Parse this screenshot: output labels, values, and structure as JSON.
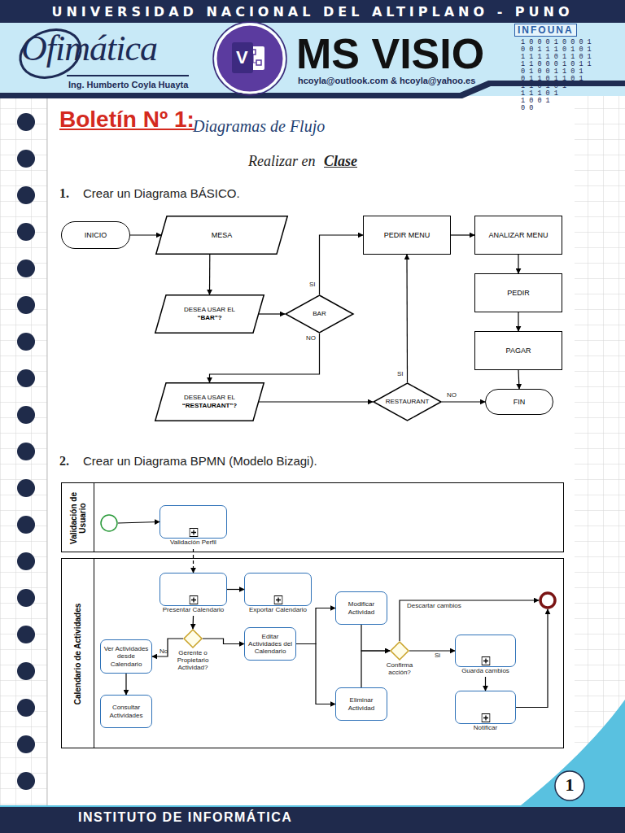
{
  "diagram": {
    "title": "Boletín Nº 1:",
    "nodes": [
      {
        "text": [
          "INICIO"
        ]
      },
      {
        "text": [
          "MESA"
        ]
      },
      {
        "text": [
          "DESEA USAR EL",
          "“BAR”?"
        ]
      },
      {
        "text": [
          "BAR"
        ]
      },
      {
        "text": [
          "DESEA USAR EL",
          "“RESTAURANT”?"
        ]
      },
      {
        "text": [
          "RESTAURANT"
        ]
      },
      {
        "text": [
          "PEDIR MENU"
        ]
      },
      {
        "text": [
          "ANALIZAR MENU"
        ]
      },
      {
        "text": [
          "PEDIR"
        ]
      },
      {
        "text": [
          "PAGAR"
        ]
      },
      {
        "text": [
          "FIN"
        ]
      },
      {
        "text": [
          "Validación de Usuario"
        ]
      },
      {
        "text": [],
        "in": 11
      },
      {
        "text": [
          "Validación Perfil"
        ],
        "in": 11
      },
      {
        "text": [
          "Calendario de Actividades"
        ]
      },
      {
        "text": [
          "Presentar Calendario"
        ],
        "in": 14
      },
      {
        "text": [
          "Exportar Calendario"
        ],
        "in": 14
      },
      {
        "text": [
          "Gerente o Propietario Actividad?"
        ],
        "in": 14
      },
      {
        "text": [
          "Ver Actividades desde Calendario"
        ],
        "in": 14
      },
      {
        "text": [
          "Consultar Actividades"
        ],
        "in": 14
      },
      {
        "text": [
          "Editar Actividades del Calendario"
        ],
        "in": 14
      },
      {
        "text": [
          "Modificar Actividad"
        ],
        "in": 14
      },
      {
        "text": [
          "Eliminar Actividad"
        ],
        "in": 14
      },
      {
        "text": [
          "Confirma acción?"
        ],
        "in": 14
      },
      {
        "text": [
          "Guarda cambios"
        ],
        "in": 14
      },
      {
        "text": [
          "Notificar"
        ],
        "in": 14
      },
      {
        "text": [],
        "in": 14
      }
    ],
    "edges": [
      {
        "from": 0,
        "to": 1,
        "arrow": "to"
      },
      {
        "from": 1,
        "to": 2,
        "arrow": "to"
      },
      {
        "from": 2,
        "to": 3,
        "arrow": "to"
      },
      {
        "from": 3,
        "to": 6,
        "label": "SI",
        "arrow": "to"
      },
      {
        "from": 3,
        "to": 4,
        "label": "NO",
        "arrow": "to"
      },
      {
        "from": 4,
        "to": 5,
        "arrow": "to"
      },
      {
        "from": 5,
        "to": 6,
        "label": "SI",
        "arrow": "to"
      },
      {
        "from": 5,
        "to": 10,
        "label": "NO",
        "arrow": "to"
      },
      {
        "from": 6,
        "to": 7,
        "arrow": "to"
      },
      {
        "from": 7,
        "to": 8,
        "arrow": "to"
      },
      {
        "from": 8,
        "to": 9,
        "arrow": "to"
      },
      {
        "from": 9,
        "to": 10,
        "arrow": "to"
      },
      {
        "from": 12,
        "to": 13,
        "arrow": "to"
      },
      {
        "from": 13,
        "to": 15,
        "arrow": "to"
      },
      {
        "from": 15,
        "to": 16,
        "arrow": "to"
      },
      {
        "from": 15,
        "to": 17,
        "arrow": "to"
      },
      {
        "from": 17,
        "to": 18,
        "label": "No",
        "arrow": "to"
      },
      {
        "from": 17,
        "to": 20,
        "arrow": "to"
      },
      {
        "from": 18,
        "to": 19,
        "arrow": "to"
      },
      {
        "from": 20,
        "to": 21,
        "arrow": "to"
      },
      {
        "from": 20,
        "to": 22,
        "arrow": "to"
      },
      {
        "from": 21,
        "to": 23,
        "arrow": "to"
      },
      {
        "from": 22,
        "to": 23,
        "arrow": "to"
      },
      {
        "from": 23,
        "to": 26,
        "label": "Descartar cambios",
        "arrow": "to"
      },
      {
        "from": 23,
        "to": 24,
        "label": "Si",
        "arrow": "to"
      },
      {
        "from": 24,
        "to": 25,
        "arrow": "to"
      },
      {
        "from": 25,
        "to": 26,
        "arrow": "to"
      }
    ],
    "labels": [
      "UNIVERSIDAD NACIONAL DEL ALTIPLANO - PUNO",
      "Ofimática",
      "Ing. Humberto Coyla Huayta",
      "MS VISIO",
      "hcoyla@outlook.com & hcoyla@yahoo.es",
      "V",
      "INFOUNA",
      "1 0 0 0 1 0 0 0 1",
      "0 0 1 1 1 0 1 0 1",
      "1 1 1 1 0 1 1 0 1",
      "1 1 0 0 0 1 0 1 1",
      "0 1 0 0 1 1 0 1",
      "0 1 1 0 1 1 0 1",
      "1 1 0 1 0 1",
      "1 1 1 0 1",
      "1 0 0 1",
      "0 0",
      "Diagramas de Flujo",
      "Realizar en",
      "Clase",
      "1.",
      "Crear un Diagrama BÁSICO.",
      "2.",
      "Crear un Diagrama BPMN (Modelo Bizagi).",
      "INSTITUTO DE INFORMÁTICA",
      "1"
    ]
  }
}
